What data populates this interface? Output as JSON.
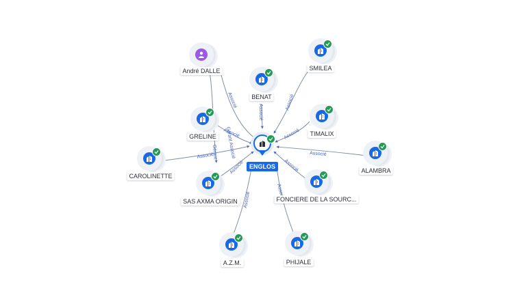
{
  "center": {
    "name": "ENGLOS",
    "icon": "building-icon",
    "verified": true
  },
  "nodes": [
    {
      "id": "andre-dalle",
      "name": "André DALLE",
      "icon": "person-icon",
      "verified": false
    },
    {
      "id": "benat",
      "name": "BENAT",
      "icon": "building-icon",
      "verified": true
    },
    {
      "id": "smilea",
      "name": "SMILEA",
      "icon": "building-icon",
      "verified": true
    },
    {
      "id": "greline",
      "name": "GRELINE",
      "icon": "building-icon",
      "verified": true
    },
    {
      "id": "timalix",
      "name": "TIMALIX",
      "icon": "building-icon",
      "verified": true
    },
    {
      "id": "carolinette",
      "name": "CAROLINETTE",
      "icon": "building-icon",
      "verified": true
    },
    {
      "id": "alambra",
      "name": "ALAMBRA",
      "icon": "building-icon",
      "verified": true
    },
    {
      "id": "sas-axma-origin",
      "name": "SAS AXMA ORIGIN",
      "icon": "building-icon",
      "verified": true
    },
    {
      "id": "fonciere",
      "name": "FONCIERE DE LA SOURC...",
      "icon": "building-icon",
      "verified": true
    },
    {
      "id": "a2m",
      "name": "A.Z.M.",
      "icon": "building-icon",
      "verified": true
    },
    {
      "id": "phijale",
      "name": "PHIJALE",
      "icon": "building-icon",
      "verified": true
    }
  ],
  "edges": [
    {
      "from": "andre-dalle",
      "label": "Associé"
    },
    {
      "from": "andre-dalle",
      "label": "Gérant Associé"
    },
    {
      "from": "benat",
      "label": "Associé"
    },
    {
      "from": "smilea",
      "label": "Associé"
    },
    {
      "from": "greline",
      "label": "Associé"
    },
    {
      "from": "greline",
      "label": "Gérant"
    },
    {
      "from": "timalix",
      "label": "Associé"
    },
    {
      "from": "carolinette",
      "label": "Associé"
    },
    {
      "from": "alambra",
      "label": "Associé"
    },
    {
      "from": "sas-axma-origin",
      "label": "Associé"
    },
    {
      "from": "fonciere",
      "label": "Associé"
    },
    {
      "from": "a2m",
      "label": "Associé"
    },
    {
      "from": "phijale",
      "label": "Associé"
    }
  ],
  "colors": {
    "accent": "#1769e6",
    "verified": "#1f9d55",
    "person": "#9b59e6",
    "edge": "#7f8fa6",
    "edge_label": "#4a63c8"
  }
}
